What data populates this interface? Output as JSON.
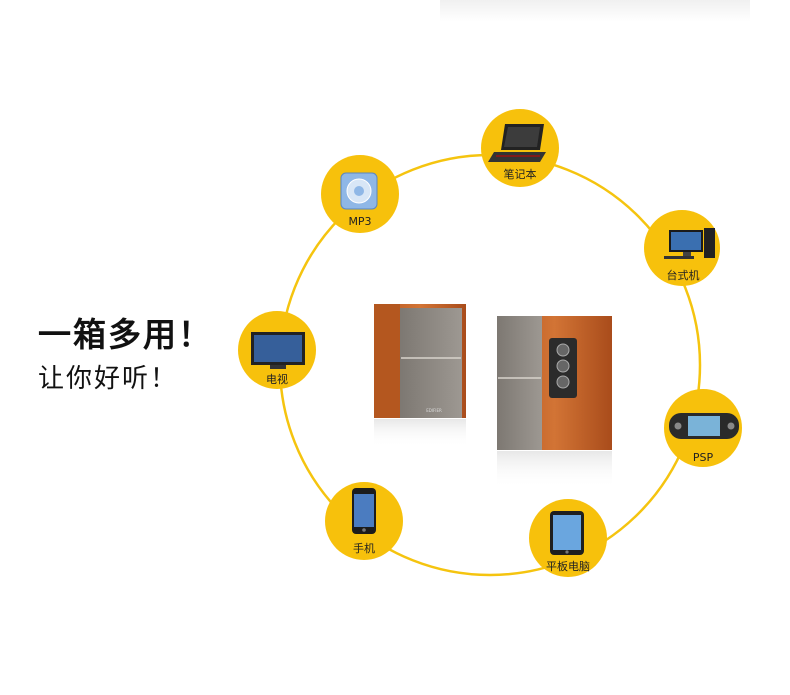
{
  "headline": "一箱多用！",
  "subline": "让你好听！",
  "colors": {
    "ring": "#f5c40f",
    "badge": "#f7c10c",
    "wood": "#c8652a",
    "grille": "#8f8a84"
  },
  "speaker": {
    "brand_mark": "EDIFIER"
  },
  "devices": [
    {
      "label": "笔记本",
      "icon": "laptop-icon"
    },
    {
      "label": "MP3",
      "icon": "mp3-player-icon"
    },
    {
      "label": "台式机",
      "icon": "desktop-computer-icon"
    },
    {
      "label": "电视",
      "icon": "tv-icon"
    },
    {
      "label": "PSP",
      "icon": "psp-console-icon"
    },
    {
      "label": "手机",
      "icon": "mobile-phone-icon"
    },
    {
      "label": "平板电脑",
      "icon": "tablet-icon"
    }
  ]
}
